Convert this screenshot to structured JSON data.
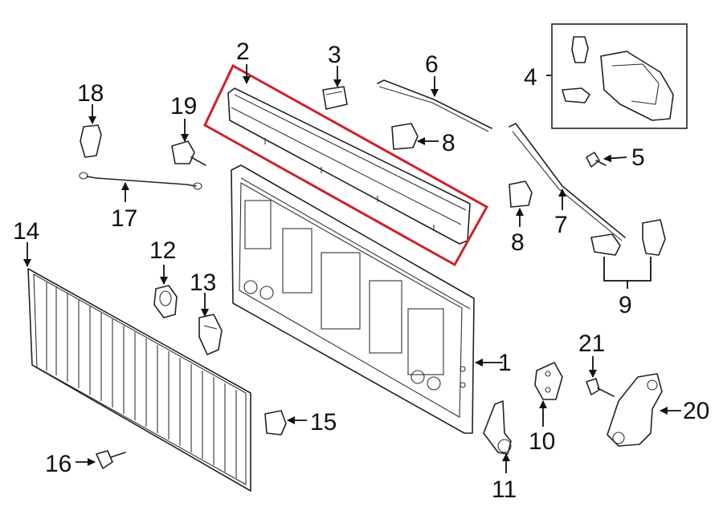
{
  "diagram": {
    "highlight_color": "#d0202a",
    "highlighted_part": "2",
    "callouts": {
      "c1": "1",
      "c2": "2",
      "c3": "3",
      "c4": "4",
      "c5": "5",
      "c6": "6",
      "c7": "7",
      "c8a": "8",
      "c8b": "8",
      "c9": "9",
      "c10": "10",
      "c11": "11",
      "c12": "12",
      "c13": "13",
      "c14": "14",
      "c15": "15",
      "c16": "16",
      "c17": "17",
      "c18": "18",
      "c19": "19",
      "c20": "20",
      "c21": "21"
    }
  }
}
